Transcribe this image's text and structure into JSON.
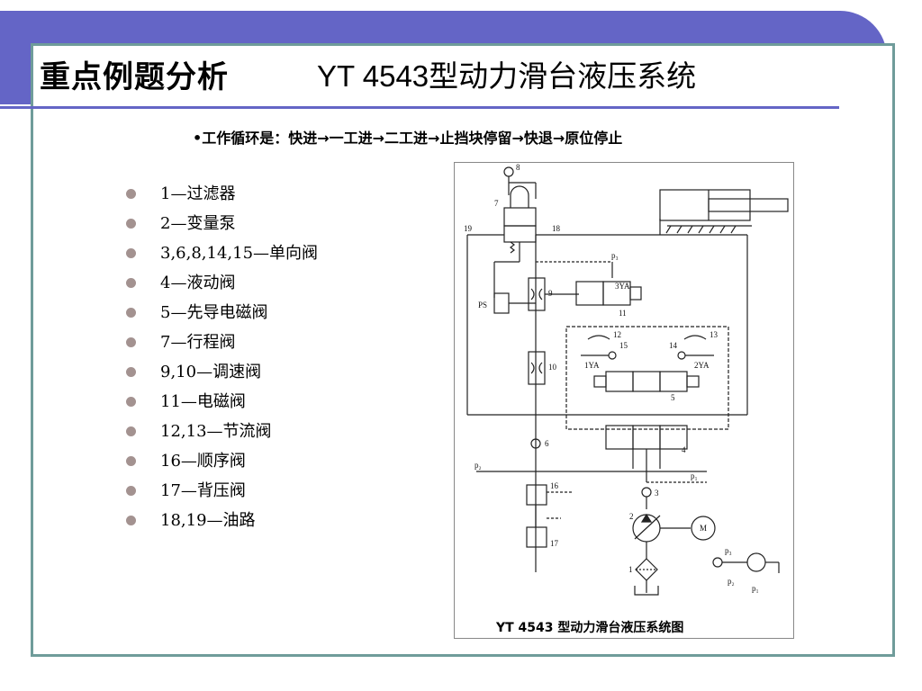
{
  "header": {
    "title_left": "重点例题分析",
    "title_right": "YT 4543型动力滑台液压系统"
  },
  "cycle": "•工作循环是：快进→一工进→二工进→止挡块停留→快退→原位停止",
  "legend": [
    "1—过滤器",
    "2—变量泵",
    "3,6,8,14,15—单向阀",
    "4—液动阀",
    "5—先导电磁阀",
    "7—行程阀",
    "9,10—调速阀",
    "11—电磁阀",
    "12,13—节流阀",
    "16—顺序阀",
    "17—背压阀",
    "18,19—油路"
  ],
  "diagram": {
    "caption": "YT 4543 型动力滑台液压系统图",
    "labels": {
      "n1": "1",
      "n2": "2",
      "n3": "3",
      "n4": "4",
      "n5": "5",
      "n6": "6",
      "n7": "7",
      "n8": "8",
      "n9": "9",
      "n10": "10",
      "n11": "11",
      "n12": "12",
      "n13": "13",
      "n14": "14",
      "n15": "15",
      "n16": "16",
      "n17": "17",
      "n18": "18",
      "n19": "19",
      "ya1": "1YA",
      "ya2": "2YA",
      "ya3": "3YA",
      "ps": "PS",
      "motor": "M",
      "p1": "p₁",
      "p2": "p₂",
      "p3": "p₃"
    }
  }
}
